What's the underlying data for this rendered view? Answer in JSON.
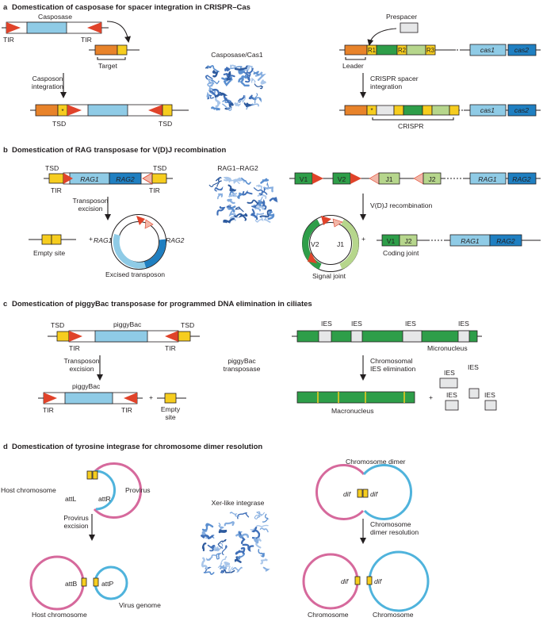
{
  "colors": {
    "light_blue": "#8fcbe6",
    "dark_blue": "#1f7fc1",
    "orange": "#e8832a",
    "yellow": "#f6cd1f",
    "red": "#e0432a",
    "green_dark": "#2e9e49",
    "green_light": "#b6d68c",
    "pink": "#d6699c",
    "cyan_ring": "#4fb3dc",
    "grey_box": "#e6e7e8",
    "protein": "#5b8fd0"
  },
  "panel_a": {
    "letter": "a",
    "title": "Domestication of casposase for spacer integration in CRISPR–Cas",
    "casposase": "Casposase",
    "tir_left": "TIR",
    "tir_right": "TIR",
    "target": "Target",
    "step": "Casposon\nintegration",
    "tsd_left": "TSD",
    "tsd_right": "TSD",
    "protein": "Casposase/Cas1",
    "prespacer": "Prespacer",
    "r1": "R1",
    "r2": "R2",
    "r3": "R3",
    "cas1": "cas1",
    "cas2": "cas2",
    "leader": "Leader",
    "step2": "CRISPR spacer\nintegration",
    "crispr": "CRISPR",
    "star": "*"
  },
  "panel_b": {
    "letter": "b",
    "title": "Domestication of RAG transposase for V(D)J recombination",
    "tsd_left": "TSD",
    "tsd_right": "TSD",
    "rag1": "RAG1",
    "rag2": "RAG2",
    "tir_left": "TIR",
    "tir_right": "TIR",
    "step": "Transposon\nexcision",
    "plus": "+",
    "empty_site": "Empty site",
    "excised": "Excised transposon",
    "protein": "RAG1–RAG2",
    "v1": "V1",
    "v2": "V2",
    "j1": "J1",
    "j2": "J2",
    "step2": "V(D)J recombination",
    "signal_joint": "Signal joint",
    "coding_joint": "Coding joint"
  },
  "panel_c": {
    "letter": "c",
    "title": "Domestication of piggyBac transposase for programmed DNA elimination in ciliates",
    "tsd_left": "TSD",
    "tsd_right": "TSD",
    "piggybac": "piggyBac",
    "tir_left": "TIR",
    "tir_right": "TIR",
    "step": "Transposon\nexcision",
    "protein": "piggyBac\ntransposase",
    "plus": "+",
    "empty_site": "Empty\nsite",
    "ies": "IES",
    "micronucleus": "Micronucleus",
    "step2": "Chromosomal\nIES elimination",
    "macronucleus": "Macronucleus"
  },
  "panel_d": {
    "letter": "d",
    "title": "Domestication of tyrosine integrase for chromosome dimer resolution",
    "host_chromosome": "Host chromosome",
    "attl": "attL",
    "attr": "attR",
    "provirus": "Provirus",
    "step": "Provirus\nexcision",
    "attb": "attB",
    "attp": "attP",
    "host_chromosome2": "Host chromosome",
    "virus_genome": "Virus genome",
    "protein": "Xer-like integrase",
    "chromosome_dimer": "Chromosome dimer",
    "dif": "dif",
    "step2": "Chromosome\ndimer resolution",
    "chromosome": "Chromosome"
  }
}
